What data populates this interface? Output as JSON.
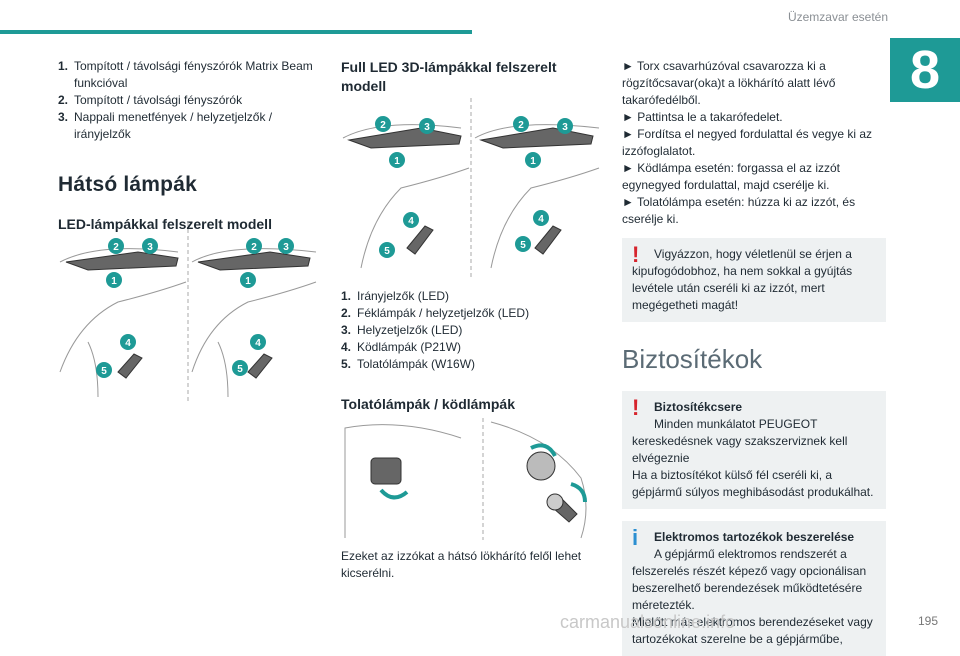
{
  "header": {
    "title": "Üzemzavar esetén",
    "chapter": "8"
  },
  "col1": {
    "list": [
      {
        "n": "1.",
        "text": "Tompított / távolsági fényszórók Matrix Beam funkcióval"
      },
      {
        "n": "2.",
        "text": "Tompított / távolsági fényszórók"
      },
      {
        "n": "3.",
        "text": "Nappali menetfények / helyzetjelzők / irányjelzők"
      }
    ],
    "section_title": "Hátsó lámpák",
    "led_title": "LED-lámpákkal felszerelt modell"
  },
  "col2": {
    "full_led_title": "Full LED 3D-lámpákkal felszerelt modell",
    "list": [
      {
        "n": "1.",
        "text": "Irányjelzők (LED)"
      },
      {
        "n": "2.",
        "text": "Féklámpák / helyzetjelzők (LED)"
      },
      {
        "n": "3.",
        "text": "Helyzetjelzők (LED)"
      },
      {
        "n": "4.",
        "text": "Ködlámpák (P21W)"
      },
      {
        "n": "5.",
        "text": "Tolatólámpák (W16W)"
      }
    ],
    "tolato_title": "Tolatólámpák / ködlámpák",
    "bottom_para": "Ezeket az izzókat a hátsó lökhárító felől lehet kicserélni."
  },
  "col3": {
    "steps": [
      "► Torx csavarhúzóval csavarozza ki a rögzítőcsavar(oka)t a lökhárító alatt lévő takarófedélből.",
      "► Pattintsa le a takarófedelet.",
      "► Fordítsa el negyed fordulattal és vegye ki az izzófoglalatot.",
      "► Ködlámpa esetén: forgassa el az izzót egynegyed fordulattal, majd cserélje ki.",
      "► Tolatólámpa esetén: húzza ki az izzót, és cserélje ki."
    ],
    "warning1": "Vigyázzon, hogy véletlenül se érjen a kipufogódobhoz, ha nem sokkal a gyújtás levétele után cseréli ki az izzót, mert megégetheti magát!",
    "fuses_title": "Biztosítékok",
    "warning2_title": "Biztosítékcsere",
    "warning2_text": "Minden munkálatot PEUGEOT kereskedésnek vagy szakszerviznek kell elvégeznie",
    "warning2_text2": "Ha a biztosítékot külső fél cseréli ki, a gépjármű súlyos meghibásodást produkálhat.",
    "info_title": "Elektromos tartozékok beszerelése",
    "info_text": "A gépjármű elektromos rendszerét a felszerelés részét képező vagy opcionálisan beszerelhető berendezések működtetésére méretezték.",
    "info_text2": "Mielőtt más elektromos berendezéseket vagy tartozékokat szerelne be a gépjárműbe,"
  },
  "footer": {
    "page": "195",
    "watermark": "carmanualsonline.info"
  },
  "callouts": [
    "1",
    "2",
    "3",
    "4",
    "5"
  ]
}
